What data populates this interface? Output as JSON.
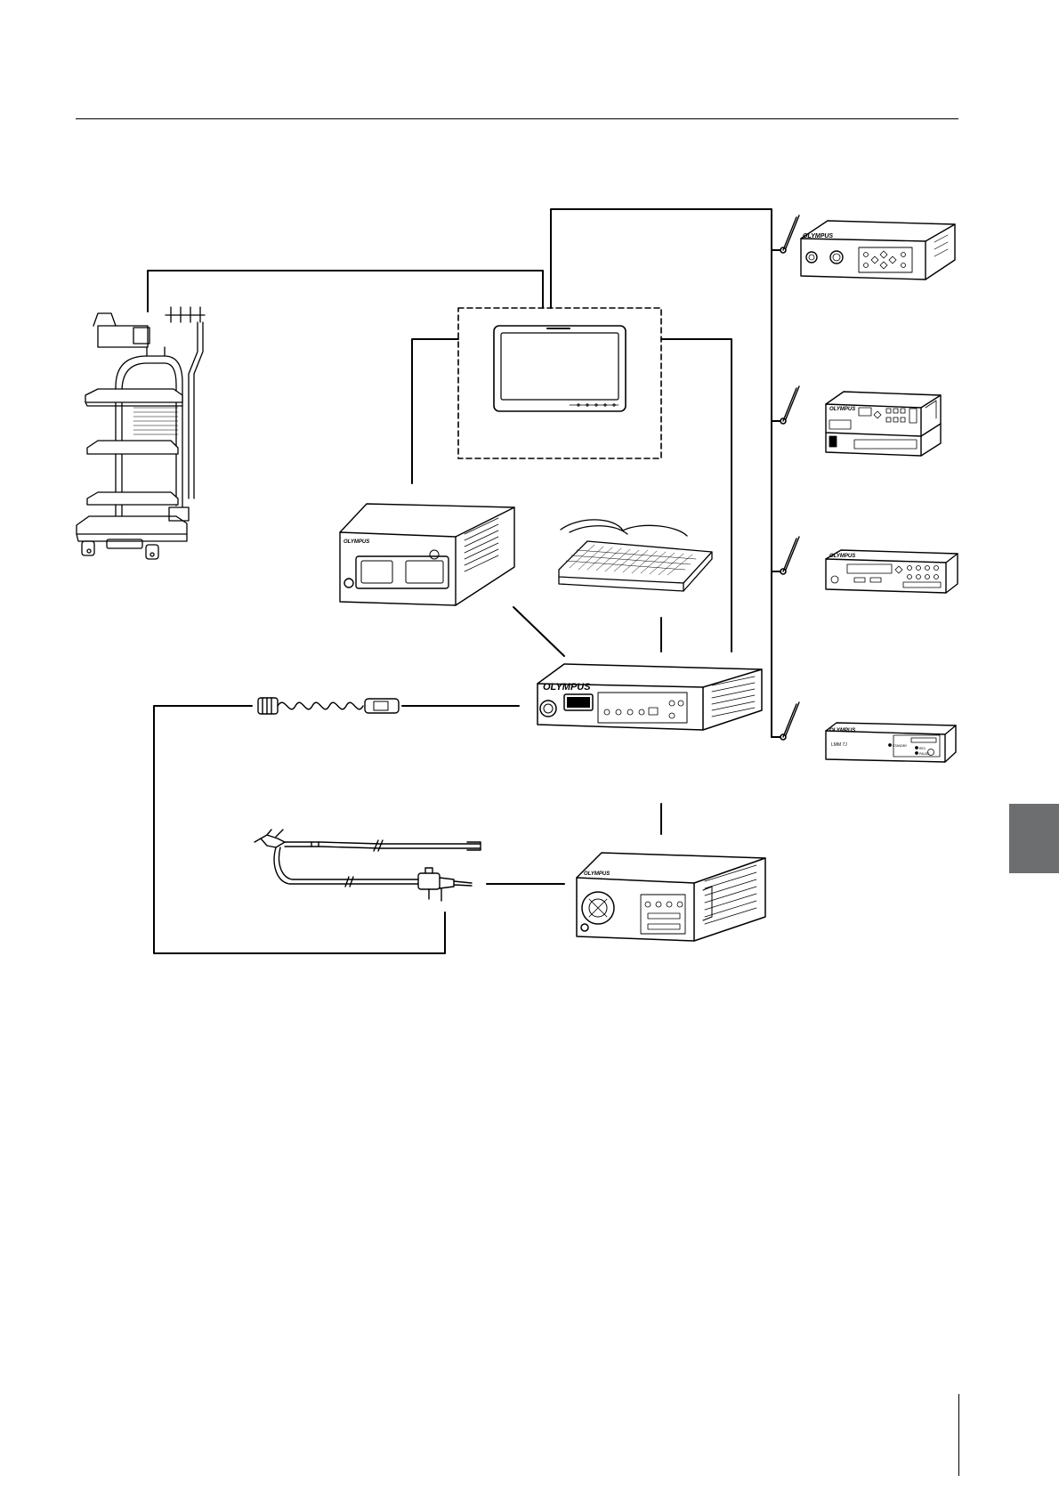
{
  "labels": {
    "brand": "OLYMPUS",
    "recorder_small": "LMM 7J",
    "recorder_tag_a": "STANDBY",
    "recorder_tag_b": "REC",
    "recorder_tag_c": "PAUSE"
  },
  "colors": {
    "line": "#000000",
    "tab": "#6d6e70",
    "paper": "#ffffff",
    "shade": "#e6e6e6"
  },
  "icons": {
    "cart": "endoscope-cart-icon",
    "monitor": "lcd-monitor-icon",
    "light_source": "light-source-icon",
    "keyboard": "keyboard-icon",
    "processor": "video-processor-icon",
    "scope": "endoscope-icon",
    "cable": "video-cable-icon",
    "pump": "suction-pump-icon",
    "dvr": "recorder-icon",
    "printer": "printer-icon"
  }
}
